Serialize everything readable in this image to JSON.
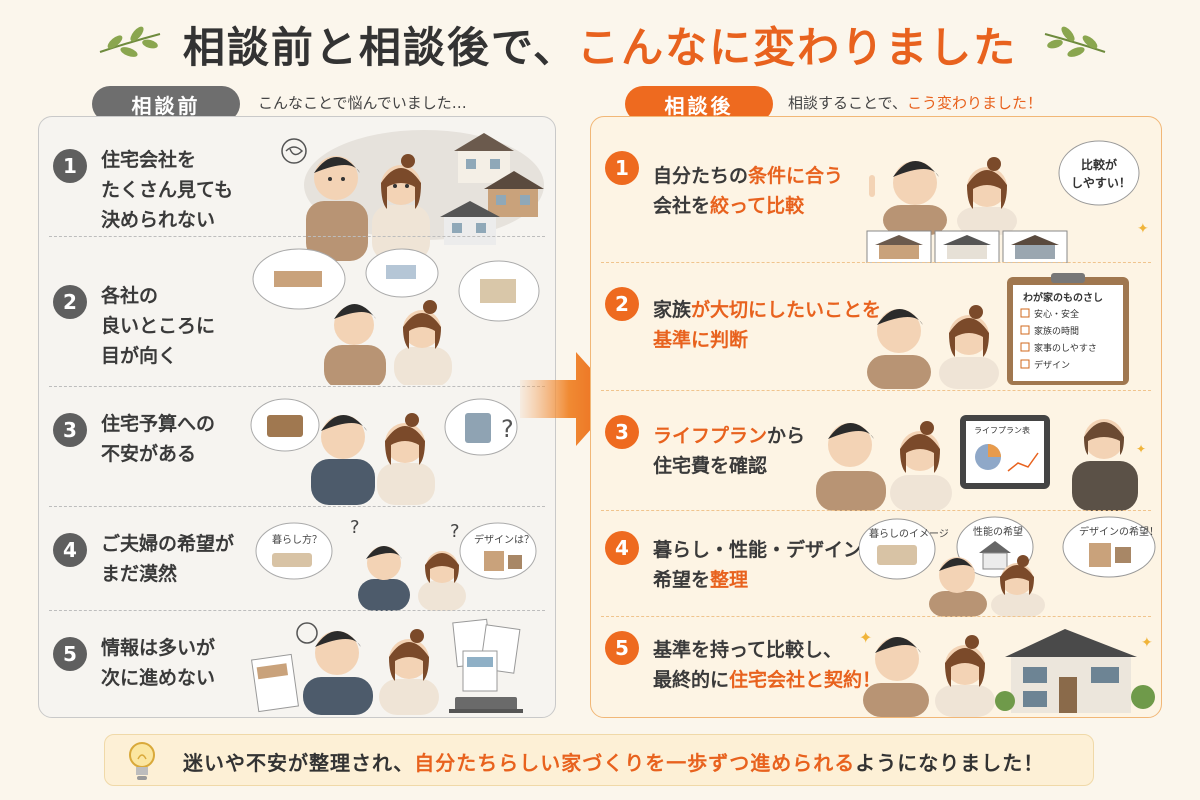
{
  "title": {
    "main": "相談前と相談後で、",
    "accent": "こんなに変わりました"
  },
  "before": {
    "label": "相談前",
    "subtitle": "こんなことで悩んでいました…",
    "items": [
      {
        "num": "1",
        "l1": "住宅会社を",
        "l2": "たくさん見ても",
        "l3": "決められない"
      },
      {
        "num": "2",
        "l1": "各社の",
        "l2": "良いところに",
        "l3": "目が向く"
      },
      {
        "num": "3",
        "l1": "住宅予算への",
        "l2": "不安がある"
      },
      {
        "num": "4",
        "l1": "ご夫婦の希望が",
        "l2": "まだ漠然"
      },
      {
        "num": "5",
        "l1": "情報は多いが",
        "l2": "次に進めない"
      }
    ],
    "bubbles": {
      "kurashi": "暮らし方？",
      "design": "デザインは？"
    }
  },
  "after": {
    "label": "相談後",
    "subtitle_pre": "相談することで、",
    "subtitle_accent": "こう変わりました！",
    "items": [
      {
        "num": "1",
        "a1": "自分たちの",
        "a1x": "条件に合う",
        "a2x": "会社を",
        "a2y": "絞って比較"
      },
      {
        "num": "2",
        "a1": "家族",
        "a1x": "が",
        "a1y": "大切にしたいこと",
        "a1z": "を",
        "a2": "基準に判断"
      },
      {
        "num": "3",
        "a1": "ライフプラン",
        "a1x": "から",
        "a2": "住宅費を確認"
      },
      {
        "num": "4",
        "a1": "暮らし・性能・デザインの",
        "a2": "希望を",
        "a2x": "整理"
      },
      {
        "num": "5",
        "a1": "基準を持って比較し、",
        "a2": "最終的に",
        "a2x": "住宅会社と契約",
        "a2y": "！"
      }
    ],
    "bubble_compare": {
      "l1": "比較が",
      "l2": "しやすい！"
    },
    "clipboard": {
      "title": "わが家のものさし",
      "items": [
        "安心・安全",
        "家族の時間",
        "家事のしやすさ",
        "デザイン"
      ]
    },
    "tablet_label": "ライフプラン表",
    "bubbles": {
      "image": "暮らしのイメージ",
      "performance": "性能の希望",
      "design": "デザインの希望！"
    }
  },
  "bottom": {
    "pre": "迷いや不安が整理され、",
    "accent": "自分たちらしい家づくりを一歩ずつ進められる",
    "post": "ようになりました！"
  },
  "colors": {
    "accent": "#ee6a1f",
    "gray": "#5f5f5f",
    "cream": "#fbf6ec"
  }
}
